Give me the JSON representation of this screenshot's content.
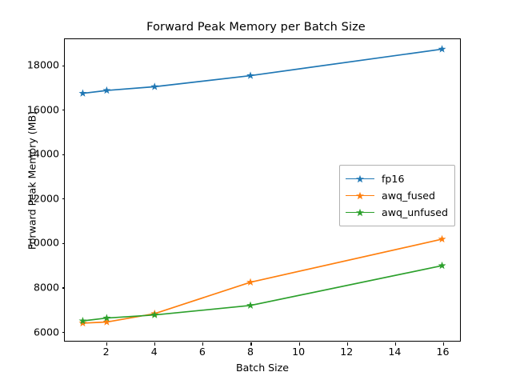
{
  "chart_data": {
    "type": "line",
    "title": "Forward Peak Memory per Batch Size",
    "xlabel": "Batch Size",
    "ylabel": "Forward Peak Memory (MB)",
    "x": [
      1,
      2,
      4,
      8,
      16
    ],
    "xlim": [
      0.25,
      16.75
    ],
    "ylim": [
      5550,
      19200
    ],
    "xticks": [
      2,
      4,
      6,
      8,
      10,
      12,
      14,
      16
    ],
    "yticks": [
      6000,
      8000,
      10000,
      12000,
      14000,
      16000,
      18000
    ],
    "grid": false,
    "legend_position": "center right",
    "marker": "star",
    "series": [
      {
        "name": "fp16",
        "color": "#1f77b4",
        "values": [
          16750,
          16880,
          17050,
          17550,
          18750
        ]
      },
      {
        "name": "awq_fused",
        "color": "#ff7f0e",
        "values": [
          6350,
          6400,
          6780,
          8200,
          10150
        ]
      },
      {
        "name": "awq_unfused",
        "color": "#2ca02c",
        "values": [
          6450,
          6580,
          6720,
          7150,
          8950
        ]
      }
    ]
  },
  "figure": {
    "background": "#ffffff",
    "axes_edge_color": "#000000",
    "legend_edge_color": "#b0b0b0"
  }
}
